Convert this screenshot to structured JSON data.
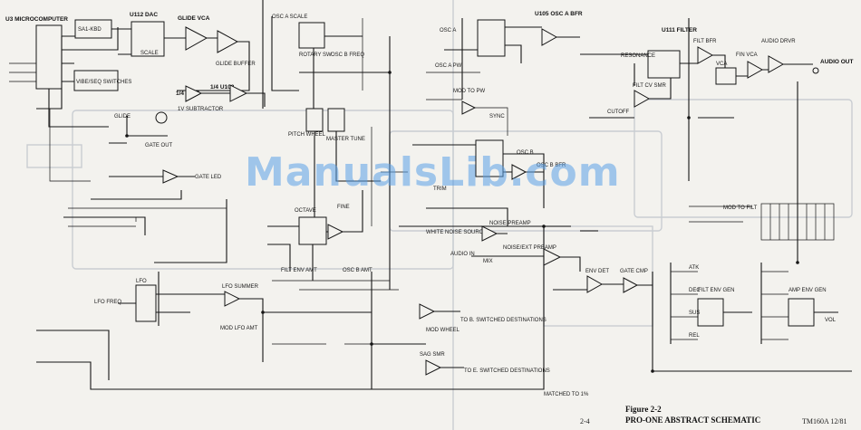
{
  "caption": {
    "figure": "Figure 2-2",
    "title": "PRO-ONE ABSTRACT SCHEMATIC",
    "page": "2-4",
    "code": "TM160A 12/81"
  },
  "watermark": "ManualsLib.com",
  "blocks": {
    "u3": "U3 MICROCOMPUTER",
    "kbd": "SA1-KBD",
    "switches": "VIBE/SEQ SWITCHES",
    "u112": "U112 DAC",
    "dac_scale": "SCALE",
    "glide_vca": "GLIDE VCA",
    "glide_buffer": "GLIDE BUFFER",
    "u103": "1/4 U103",
    "u115": "1/4 U115",
    "v_subtractor": "1V SUBTRACTOR",
    "glide": "GLIDE",
    "gate_out": "GATE OUT",
    "gate_led": "GATE LED",
    "osc_a_scale": "OSC A SCALE",
    "rotary_sw": "ROTARY SW",
    "pitch_wheel": "PITCH WHEEL",
    "master_tune": "MASTER TUNE",
    "osc_b_freq": "OSC B FREQ",
    "fine": "FINE",
    "octave": "OCTAVE",
    "lfo": "LFO",
    "lfo_freq": "LFO FREQ",
    "lfo_summer": "LFO SUMMER",
    "mod_lfo_amt": "MOD LFO AMT",
    "filt_env_amt": "FILT ENV AMT",
    "osc_b_amt": "OSC B AMT",
    "mod_wheel": "MOD WHEEL",
    "sag_smr": "SAG SMR",
    "u105": "U105 OSC A BFR",
    "osc_a": "OSC A",
    "osc_a_pw": "OSC A PW",
    "mod_to_pw": "MOD TO PW",
    "sync": "SYNC",
    "osc_b": "OSC B",
    "osc_b_bfr": "OSC B BFR",
    "trim": "TRIM",
    "white_noise": "WHITE NOISE SOURCE",
    "noise_preamp": "NOISE PREAMP",
    "ext_preamp": "NOISE/EXT PREAMP",
    "audio_in": "AUDIO IN",
    "mix": "MIX",
    "env_det": "ENV DET",
    "gate_cmp": "GATE CMP",
    "u111": "U111 FILTER",
    "resonance": "RESONANCE",
    "filt_bfr": "FILT BFR",
    "filt_cv_smr": "FILT CV SMR",
    "vca": "VCA",
    "fin_vca": "FIN VCA",
    "audio_drvr": "AUDIO DRVR",
    "audio_out": "AUDIO OUT",
    "cutoff": "CUTOFF",
    "mod_to_filt": "MOD TO FILT",
    "filt_env_gen": "FILT ENV GEN",
    "amp_env_gen": "AMP ENV GEN",
    "vol": "VOL",
    "atk": "ATK",
    "dec": "DEC",
    "sus": "SUS",
    "rel": "REL",
    "dest1": "TO B. SWITCHED DESTINATIONS",
    "dest2": "TO E. SWITCHED DESTINATIONS",
    "matched": "MATCHED TO 1%"
  }
}
